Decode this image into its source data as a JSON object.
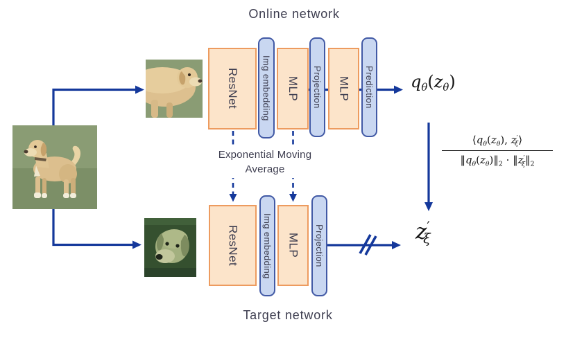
{
  "online_network": {
    "title": "Online network",
    "blocks": [
      {
        "label": "ResNet"
      },
      {
        "label": "Img embedding"
      },
      {
        "label": "MLP"
      },
      {
        "label": "Projection"
      },
      {
        "label": "MLP"
      },
      {
        "label": "Prediction"
      }
    ],
    "output_math_html": "<i>q</i><sub><i>θ</i></sub>(<i>z</i><sub><i>θ</i></sub>)"
  },
  "target_network": {
    "title": "Target network",
    "blocks": [
      {
        "label": "ResNet"
      },
      {
        "label": "Img embedding"
      },
      {
        "label": "MLP"
      },
      {
        "label": "Projection"
      }
    ],
    "output_math_html": "<i>z</i><sup>′</sup><sub><i>ξ</i></sub>"
  },
  "ema": {
    "line1": "Exponential Moving",
    "line2": "Average"
  },
  "loss": {
    "numerator_html": "⟨<i>q</i><sub><i>θ</i></sub>(<i>z</i><sub><i>θ</i></sub>), <i>z</i><sup>′</sup><sub><i>ξ</i></sub>⟩",
    "denominator_html": "‖<i>q</i><sub><i>θ</i></sub>(<i>z</i><sub><i>θ</i></sub>)‖<sub>2</sub> · ‖<i>z</i><sup>′</sup><sub><i>ξ</i></sub>‖<sub>2</sub>"
  },
  "images": {
    "input": "dog-photo",
    "view_top": "augmented-view-crop-flip",
    "view_bottom": "augmented-view-color-jitter"
  },
  "colors": {
    "arrow_blue": "#14389b",
    "orange_fill": "#fce4ca",
    "orange_border": "#ed9b5f",
    "blue_fill": "#c9d7f1",
    "blue_border": "#4159a5",
    "label_text": "#3d3d4f"
  }
}
